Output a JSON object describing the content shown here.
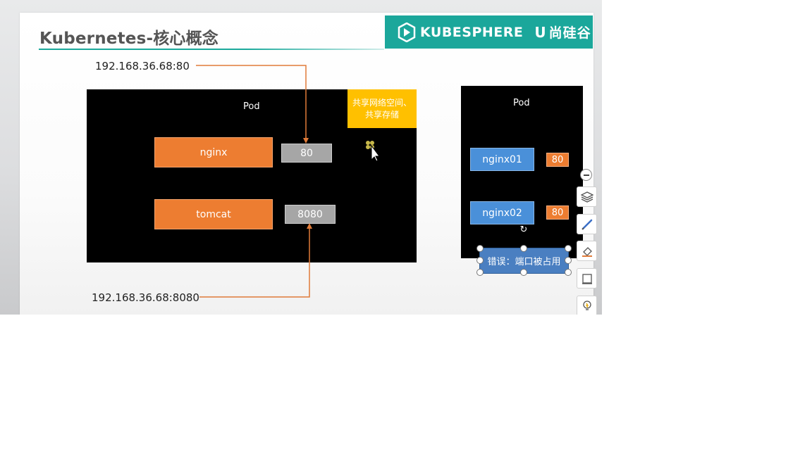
{
  "slide": {
    "title": "Kubernetes-核心概念",
    "brand": {
      "name": "KUBESPHERE",
      "separator": "U",
      "partner": "尚硅谷"
    }
  },
  "diagram": {
    "ip_top": "192.168.36.68:80",
    "ip_bottom": "192.168.36.68:8080",
    "main_pod": {
      "title": "Pod",
      "note": [
        "共享网络空间、",
        "共享存储"
      ],
      "containers": [
        {
          "name": "nginx",
          "port": "80"
        },
        {
          "name": "tomcat",
          "port": "8080"
        }
      ]
    },
    "side_pod": {
      "title": "Pod",
      "containers": [
        {
          "name": "nginx01",
          "port": "80"
        },
        {
          "name": "nginx02",
          "port": "80"
        }
      ],
      "error_label": "错误：端口被占用"
    }
  },
  "toolbar": {
    "buttons": [
      "minus-icon",
      "layers-icon",
      "pen-icon",
      "eraser-icon",
      "frame-icon",
      "lightbulb-icon"
    ]
  },
  "colors": {
    "accent_teal": "#1ba79b",
    "container_orange": "#ed7d31",
    "port_gray": "#a6a6a6",
    "note_yellow": "#ffc000",
    "container_blue": "#4a90d9",
    "arrow_orange": "#e07b39"
  }
}
